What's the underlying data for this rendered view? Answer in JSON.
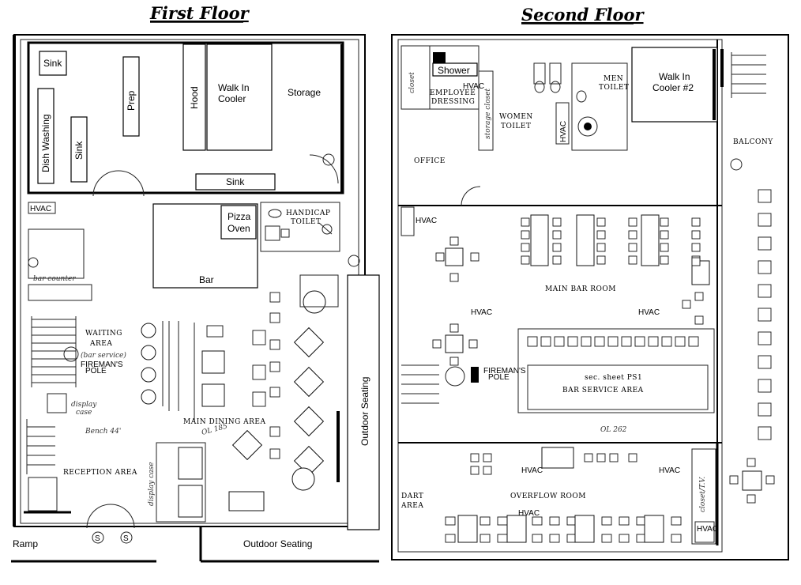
{
  "titles": {
    "first_floor": "First Floor",
    "second_floor": "Second Floor"
  },
  "first_floor": {
    "sink_top": "Sink",
    "dish_washing": "Dish Washing",
    "sink_left": "Sink",
    "prep": "Prep",
    "hood": "Hood",
    "walk_in_line1": "Walk In",
    "walk_in_line2": "Cooler",
    "storage": "Storage",
    "sink_bottom": "Sink",
    "pizza_line1": "Pizza",
    "pizza_line2": "Oven",
    "handicap_toilet": "HANDICAP\nTOILET",
    "bar": "Bar",
    "bar_counter": "bar counter",
    "waiting_area": "WAITING\nAREA",
    "bar_service": "(bar service)",
    "display_case": "display\ncase",
    "main_dining": "MAIN DINING AREA",
    "reception_area": "RECEPTION AREA",
    "display_case2": "display case",
    "outdoor_vertical": "Outdoor Seating",
    "outdoor_bottom": "Outdoor Seating",
    "ramp": "Ramp",
    "hvac": "HVAC",
    "firemans_pole": "FIREMAN'S\nPOLE",
    "bench_note": "Bench 44'",
    "oc_note": "OL 185"
  },
  "second_floor": {
    "closet": "closet",
    "shower": "Shower",
    "employee_dressing_1": "EMPLOYEE",
    "employee_dressing_2": "DRESSING",
    "storage_closet": "storage closet",
    "women_toilet_1": "WOMEN",
    "women_toilet_2": "TOILET",
    "men_toilet_1": "MEN",
    "men_toilet_2": "TOILET",
    "walk_in_line1": "Walk In",
    "walk_in_line2": "Cooler #2",
    "balcony": "BALCONY",
    "office": "OFFICE",
    "main_bar_room": "MAIN BAR ROOM",
    "sec_sheet": "sec. sheet PS1",
    "bar_service_area": "BAR SERVICE AREA",
    "firemans_pole": "FIREMAN'S\nPOLE",
    "dart_area_1": "DART",
    "dart_area_2": "AREA",
    "overflow_room": "OVERFLOW ROOM",
    "closet_tv": "closet/T.V.",
    "hvac": "HVAC",
    "oc_note": "OL 262"
  }
}
